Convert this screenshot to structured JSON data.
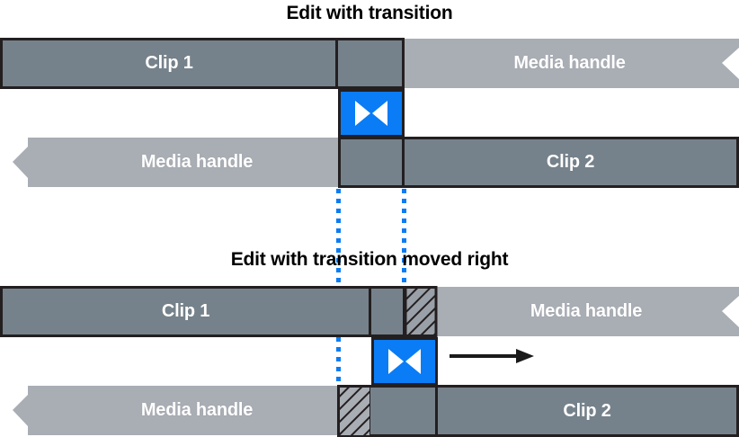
{
  "panels": [
    {
      "id": "top",
      "title": "Edit with transition",
      "rows": [
        {
          "name": "clip1-row",
          "segments": [
            {
              "name": "clip-1",
              "label": "Clip 1",
              "kind": "clip"
            },
            {
              "name": "clip-1-overlap",
              "label": "",
              "kind": "clip"
            },
            {
              "name": "media-handle-right",
              "label": "Media handle",
              "kind": "handle"
            }
          ]
        },
        {
          "name": "transition-row",
          "segments": [
            {
              "name": "transition-block",
              "label": "",
              "kind": "transition",
              "icon": "transition-bowtie-icon"
            }
          ]
        },
        {
          "name": "clip2-row",
          "segments": [
            {
              "name": "media-handle-left",
              "label": "Media handle",
              "kind": "handle"
            },
            {
              "name": "clip-2-overlap",
              "label": "",
              "kind": "clip"
            },
            {
              "name": "clip-2",
              "label": "Clip 2",
              "kind": "clip"
            }
          ]
        }
      ]
    },
    {
      "id": "bottom",
      "title": "Edit with transition moved right",
      "rows": [
        {
          "name": "clip1-row",
          "segments": [
            {
              "name": "clip-1",
              "label": "Clip 1",
              "kind": "clip"
            },
            {
              "name": "clip-1-overlap",
              "label": "",
              "kind": "clip"
            },
            {
              "name": "clip-1-added-frames",
              "label": "",
              "kind": "clip-hatched"
            },
            {
              "name": "media-handle-right",
              "label": "Media handle",
              "kind": "handle"
            }
          ]
        },
        {
          "name": "transition-row",
          "segments": [
            {
              "name": "transition-block",
              "label": "",
              "kind": "transition",
              "icon": "transition-bowtie-icon"
            },
            {
              "name": "move-direction-arrow",
              "label": "",
              "kind": "arrow",
              "icon": "arrow-right-icon"
            }
          ]
        },
        {
          "name": "clip2-row",
          "segments": [
            {
              "name": "media-handle-left",
              "label": "Media handle",
              "kind": "handle"
            },
            {
              "name": "clip-2-removed-frames",
              "label": "",
              "kind": "clip-hatched"
            },
            {
              "name": "clip-2-overlap",
              "label": "",
              "kind": "clip"
            },
            {
              "name": "clip-2",
              "label": "Clip 2",
              "kind": "clip"
            }
          ]
        }
      ]
    }
  ],
  "guides": [
    {
      "name": "guide-line-original-transition-start"
    },
    {
      "name": "guide-line-original-transition-end"
    },
    {
      "name": "guide-line-moved-transition-reference"
    }
  ],
  "colors": {
    "clip_fill": "#76828b",
    "handle_fill": "#a9adb4",
    "transition_fill": "#0a7cf5",
    "outline": "#231f20",
    "guide": "#0a7cf5",
    "label_text": "#ffffff",
    "title_text": "#000000",
    "background": "#ffffff",
    "arrow": "#1a1a1a",
    "hatch_stroke": "#231f20"
  }
}
